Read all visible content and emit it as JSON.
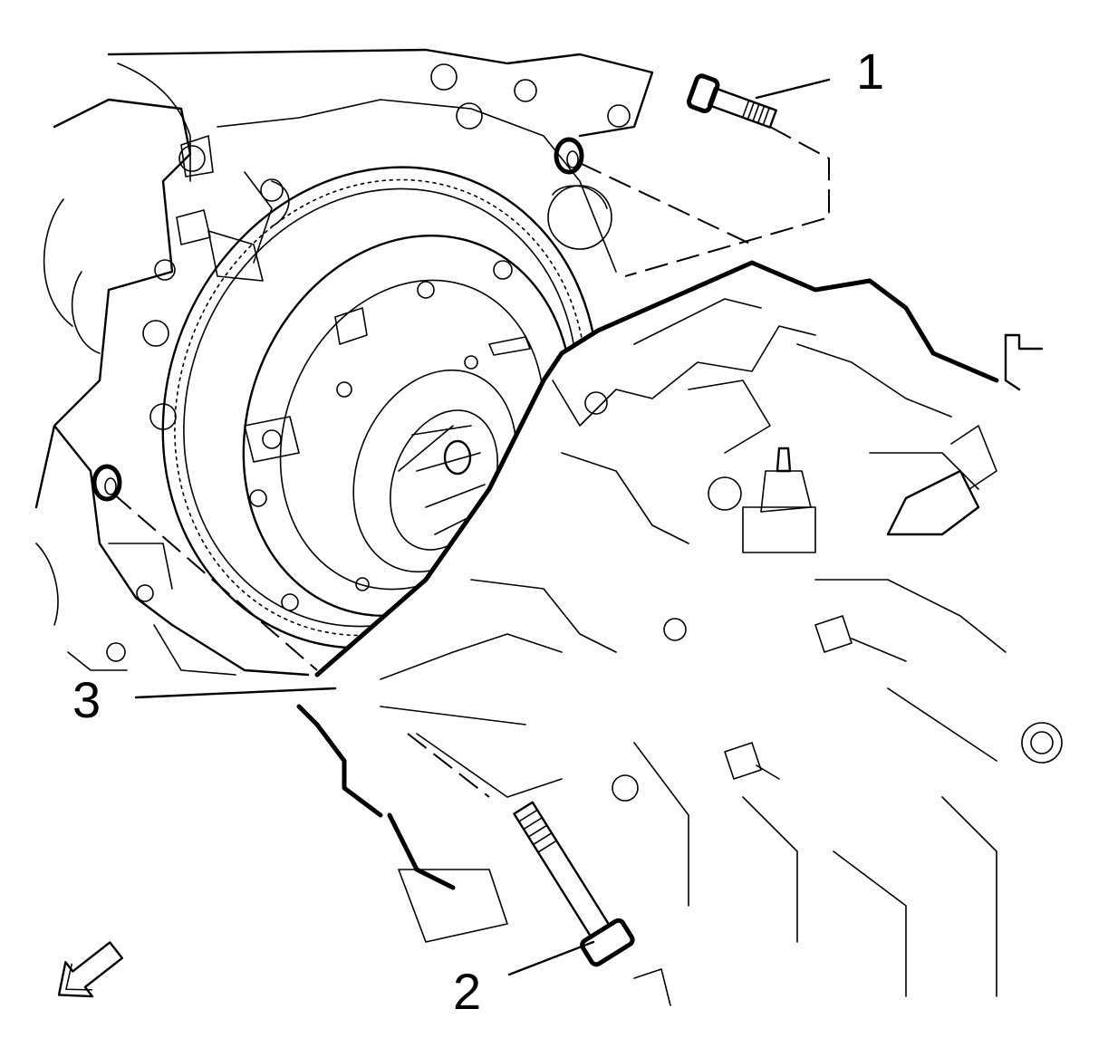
{
  "figure": {
    "callouts": [
      {
        "id": "1",
        "label": "1"
      },
      {
        "id": "2",
        "label": "2"
      },
      {
        "id": "3",
        "label": "3"
      }
    ],
    "direction_icon": "arrow-left-down-icon"
  }
}
